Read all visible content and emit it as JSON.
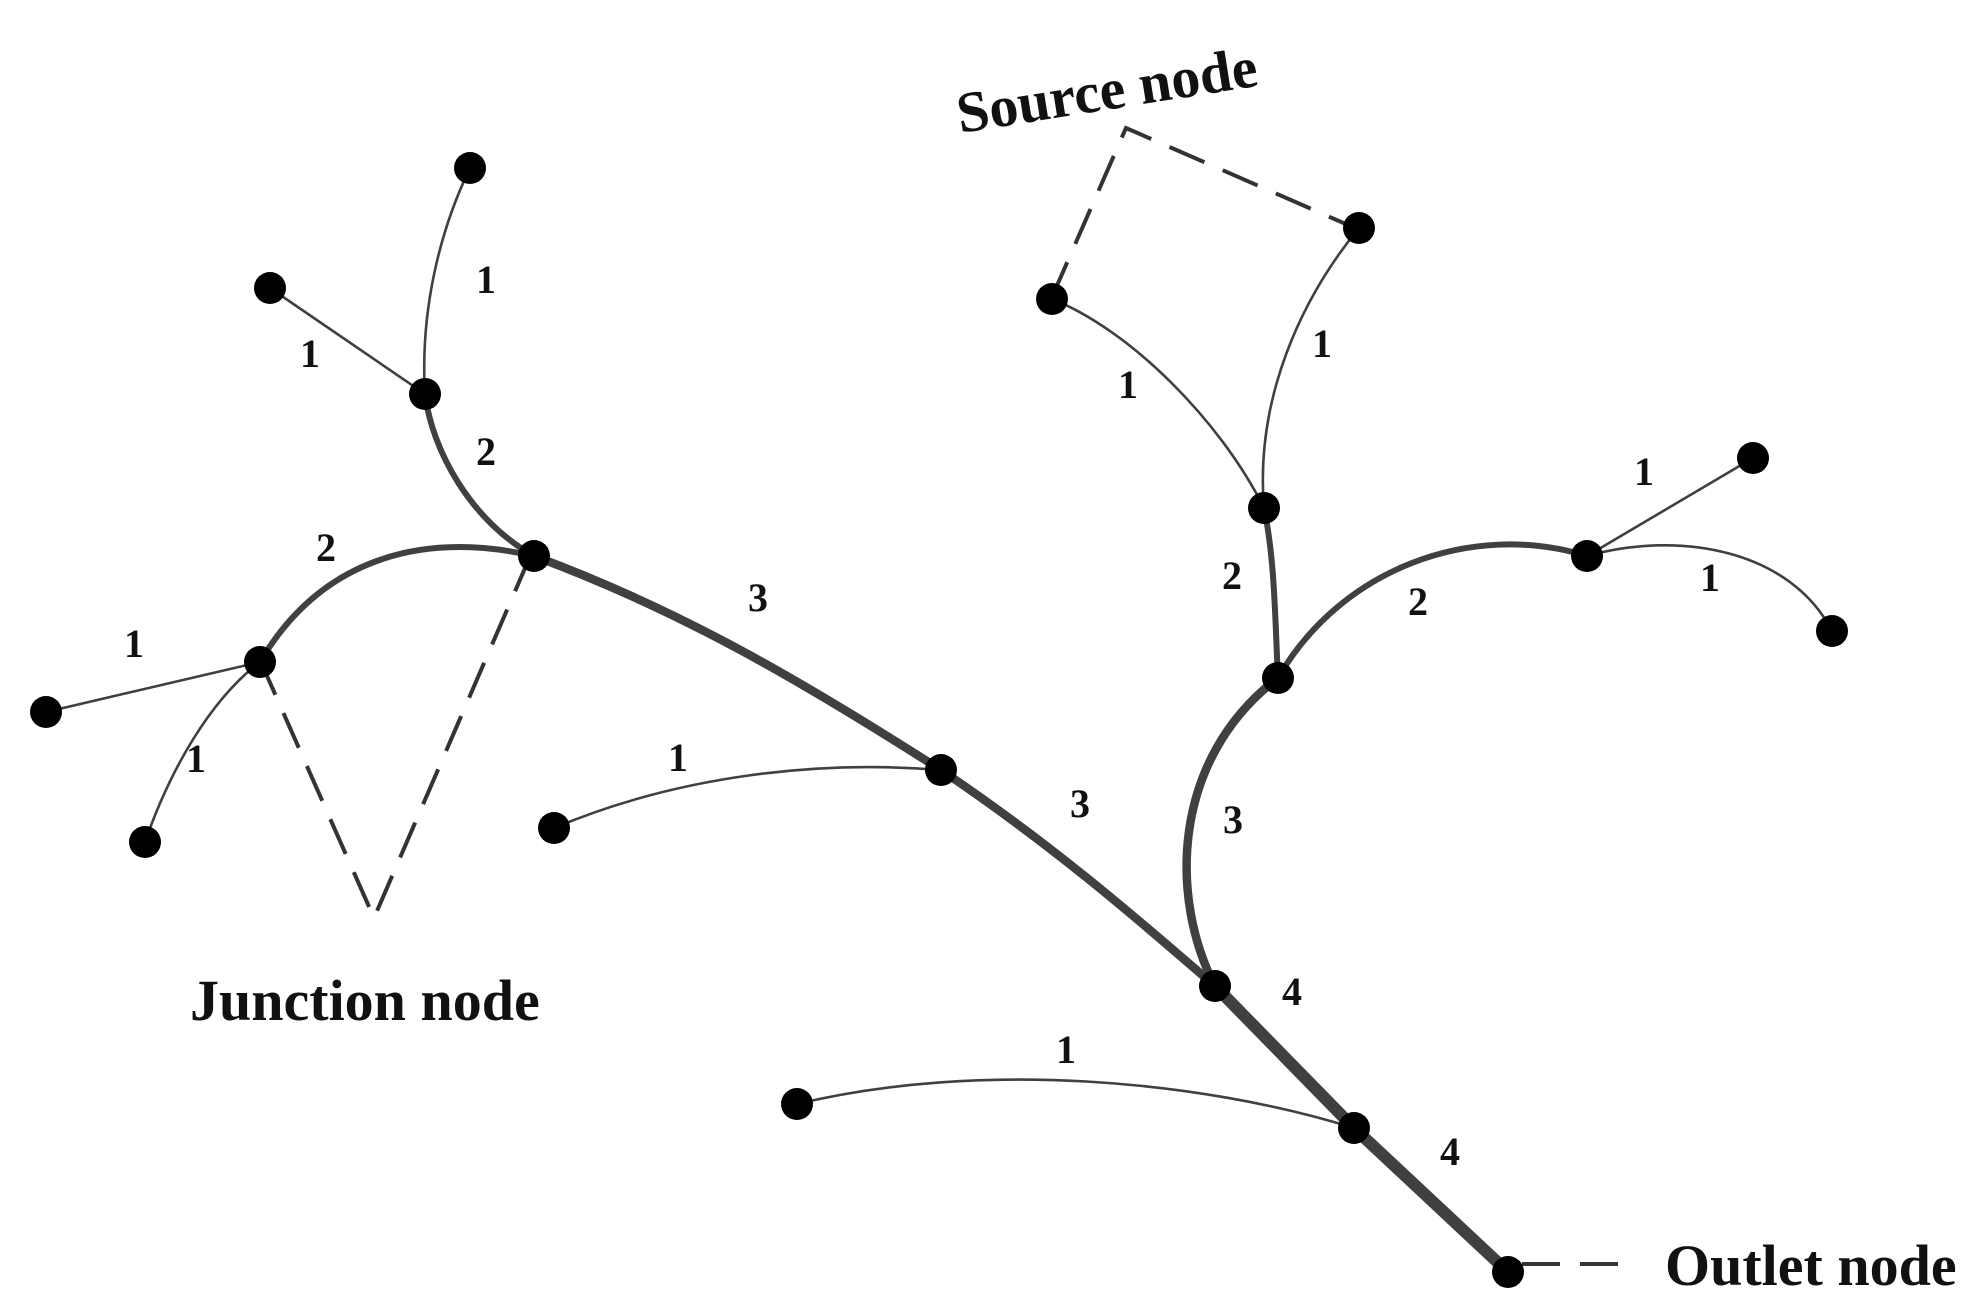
{
  "figure": {
    "stroke_color": "#404040",
    "node_color": "#000000",
    "leader_color": "#333333"
  },
  "callouts": {
    "source": "Source node",
    "junction": "Junction node",
    "outlet": "Outlet node"
  },
  "nodes": [
    {
      "id": "n1",
      "type": "source"
    },
    {
      "id": "n2",
      "type": "source"
    },
    {
      "id": "n3",
      "type": "junction"
    },
    {
      "id": "n4",
      "type": "junction"
    },
    {
      "id": "n5",
      "type": "source"
    },
    {
      "id": "n6",
      "type": "source"
    },
    {
      "id": "n7",
      "type": "junction"
    },
    {
      "id": "n8",
      "type": "junction"
    },
    {
      "id": "n9",
      "type": "source"
    },
    {
      "id": "n10",
      "type": "source"
    },
    {
      "id": "n11",
      "type": "junction"
    },
    {
      "id": "n12",
      "type": "junction"
    },
    {
      "id": "n13",
      "type": "source"
    },
    {
      "id": "n14",
      "type": "junction"
    },
    {
      "id": "n15",
      "type": "source"
    },
    {
      "id": "n16",
      "type": "source"
    },
    {
      "id": "n17",
      "type": "junction"
    },
    {
      "id": "n18",
      "type": "source"
    },
    {
      "id": "n19",
      "type": "junction"
    },
    {
      "id": "n20",
      "type": "source"
    },
    {
      "id": "n21",
      "type": "junction"
    },
    {
      "id": "n22",
      "type": "outlet"
    }
  ],
  "segments": [
    {
      "id": "s1",
      "order": 1,
      "label": "1"
    },
    {
      "id": "s2",
      "order": 1,
      "label": "1"
    },
    {
      "id": "s3",
      "order": 2,
      "label": "2"
    },
    {
      "id": "s4",
      "order": 1,
      "label": "1"
    },
    {
      "id": "s5",
      "order": 1,
      "label": "1"
    },
    {
      "id": "s6",
      "order": 2,
      "label": "2"
    },
    {
      "id": "s7",
      "order": 3,
      "label": "3"
    },
    {
      "id": "s8",
      "order": 1,
      "label": "1"
    },
    {
      "id": "s9",
      "order": 3,
      "label": "3"
    },
    {
      "id": "s10",
      "order": 1,
      "label": "1"
    },
    {
      "id": "s11",
      "order": 1,
      "label": "1"
    },
    {
      "id": "s12",
      "order": 2,
      "label": "2"
    },
    {
      "id": "s13",
      "order": 1,
      "label": "1"
    },
    {
      "id": "s14",
      "order": 1,
      "label": "1"
    },
    {
      "id": "s15",
      "order": 2,
      "label": "2"
    },
    {
      "id": "s16",
      "order": 3,
      "label": "3"
    },
    {
      "id": "s17",
      "order": 4,
      "label": "4"
    },
    {
      "id": "s18",
      "order": 1,
      "label": "1"
    },
    {
      "id": "s19",
      "order": 4,
      "label": "4"
    }
  ]
}
